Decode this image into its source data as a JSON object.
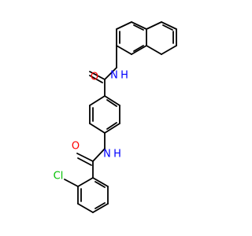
{
  "molecule": {
    "colors": {
      "bond": "#000000",
      "oxygen": "#ff0000",
      "nitrogen": "#0000ff",
      "chlorine": "#00c000"
    },
    "labels": {
      "o_top": "O",
      "nh_top": "N",
      "h_top": "H",
      "o_bottom": "O",
      "nh_bottom": "N",
      "h_bottom": "H",
      "cl": "Cl"
    }
  }
}
